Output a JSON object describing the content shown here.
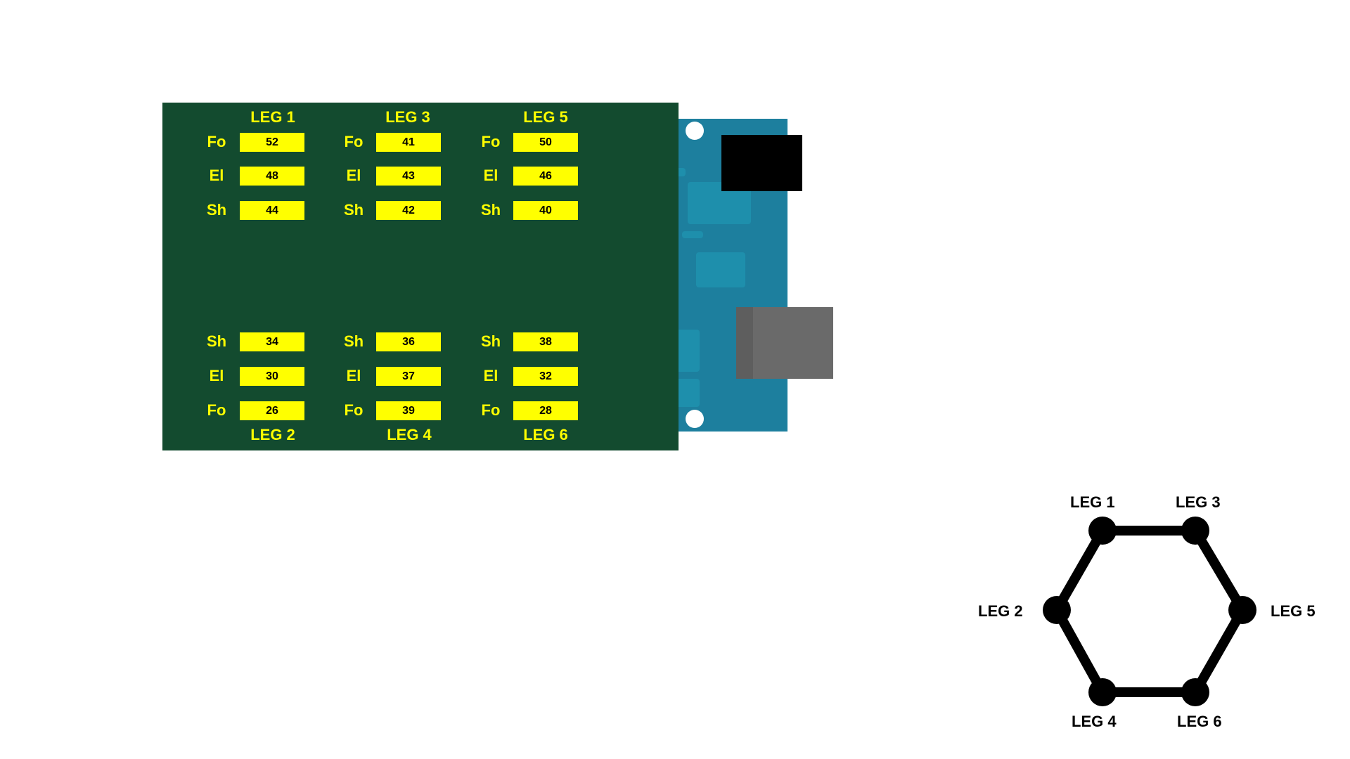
{
  "shield": {
    "legs": [
      {
        "name": "LEG 1",
        "joints": [
          {
            "label": "Fo",
            "pin": "52"
          },
          {
            "label": "El",
            "pin": "48"
          },
          {
            "label": "Sh",
            "pin": "44"
          }
        ]
      },
      {
        "name": "LEG 3",
        "joints": [
          {
            "label": "Fo",
            "pin": "41"
          },
          {
            "label": "El",
            "pin": "43"
          },
          {
            "label": "Sh",
            "pin": "42"
          }
        ]
      },
      {
        "name": "LEG 5",
        "joints": [
          {
            "label": "Fo",
            "pin": "50"
          },
          {
            "label": "El",
            "pin": "46"
          },
          {
            "label": "Sh",
            "pin": "40"
          }
        ]
      },
      {
        "name": "LEG 2",
        "joints": [
          {
            "label": "Sh",
            "pin": "34"
          },
          {
            "label": "El",
            "pin": "30"
          },
          {
            "label": "Fo",
            "pin": "26"
          }
        ]
      },
      {
        "name": "LEG 4",
        "joints": [
          {
            "label": "Sh",
            "pin": "36"
          },
          {
            "label": "El",
            "pin": "37"
          },
          {
            "label": "Fo",
            "pin": "39"
          }
        ]
      },
      {
        "name": "LEG 6",
        "joints": [
          {
            "label": "Sh",
            "pin": "38"
          },
          {
            "label": "El",
            "pin": "32"
          },
          {
            "label": "Fo",
            "pin": "28"
          }
        ]
      }
    ]
  },
  "hexagon": {
    "labels": {
      "leg1": "LEG 1",
      "leg3": "LEG 3",
      "leg2": "LEG 2",
      "leg5": "LEG 5",
      "leg4": "LEG 4",
      "leg6": "LEG 6"
    }
  },
  "colors": {
    "shield": "#134b2f",
    "board": "#1d7f9e",
    "labels": "#ffff00",
    "pin_box": "#ffff00",
    "hexagon": "#000000"
  }
}
